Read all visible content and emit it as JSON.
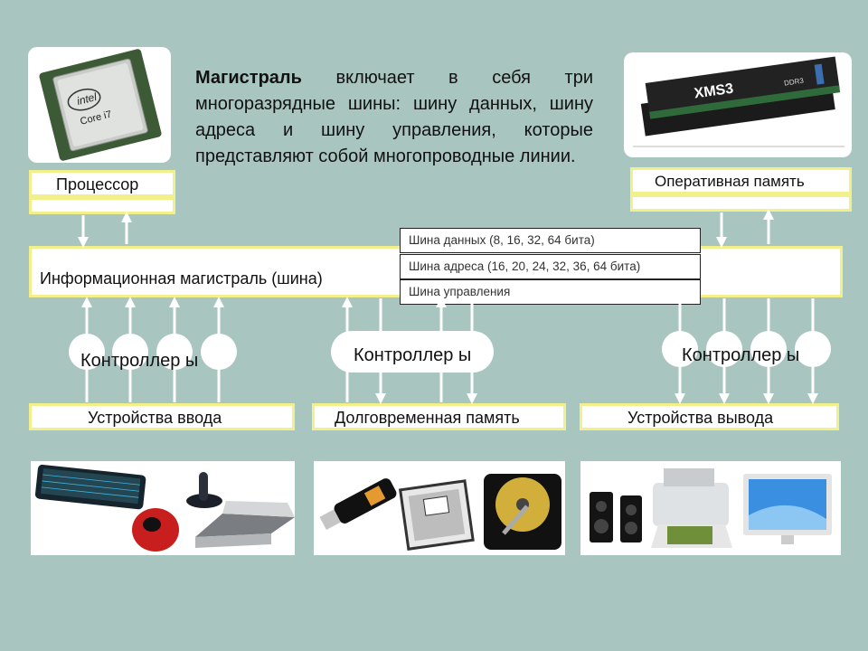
{
  "intro": {
    "bold": "Магистраль",
    "rest": " включает в себя три многоразрядные шины: шину данных, шину адреса и шину управления, которые представляют собой многопроводные линии."
  },
  "processor": {
    "label": "Процессор",
    "chip_brand": "intel",
    "chip_model": "Core i7"
  },
  "ram": {
    "label": "Оперативная память",
    "module_brand": "XMS3",
    "module_type": "DDR3"
  },
  "bus": {
    "label": "Информационная магистраль (шина)",
    "lines": [
      "Шина данных (8, 16, 32, 64 бита)",
      "Шина адреса (16, 20, 24, 32, 36, 64 бита)",
      "Шина управления"
    ]
  },
  "controllers": [
    "Контроллер ы",
    "Контроллер ы",
    "Контроллер ы"
  ],
  "devices": [
    "Устройства ввода",
    "Долговременная память",
    "Устройства вывода"
  ],
  "colors": {
    "background": "#a9c5bf",
    "box_border": "#f2f08a",
    "arrow": "#ffffff"
  }
}
